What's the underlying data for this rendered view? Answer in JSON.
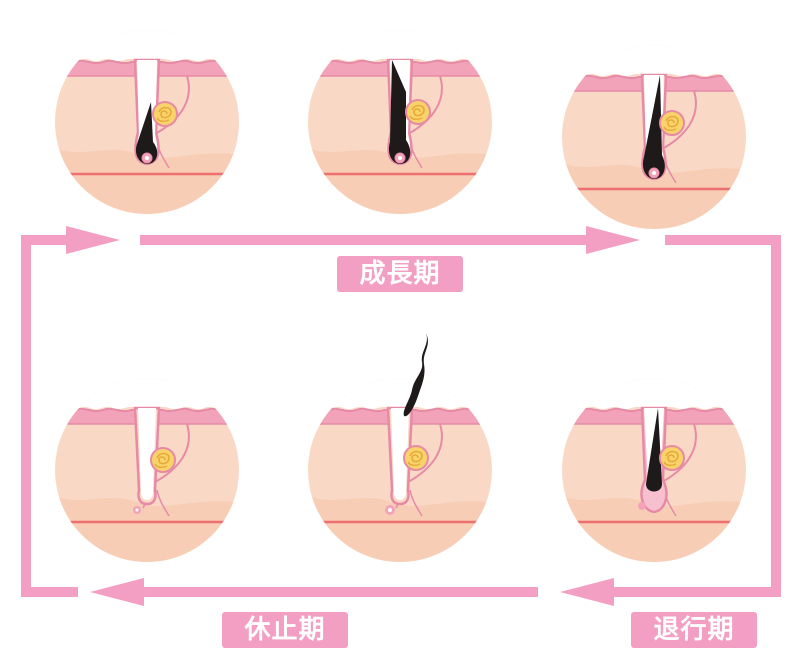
{
  "phases": {
    "growth": "成長期",
    "regression": "退行期",
    "rest": "休止期"
  },
  "colors": {
    "arrow": "#f29fc3",
    "label_bg": "#f29fc3",
    "skin_top": "#f2a3b9",
    "skin_top_stroke": "#e68aa6",
    "skin_body": "#fad8c6",
    "fat_layer": "#f7ceb5",
    "red_line": "#ee6f6f",
    "hair": "#1e1a19",
    "gland": "#f7d36a"
  }
}
